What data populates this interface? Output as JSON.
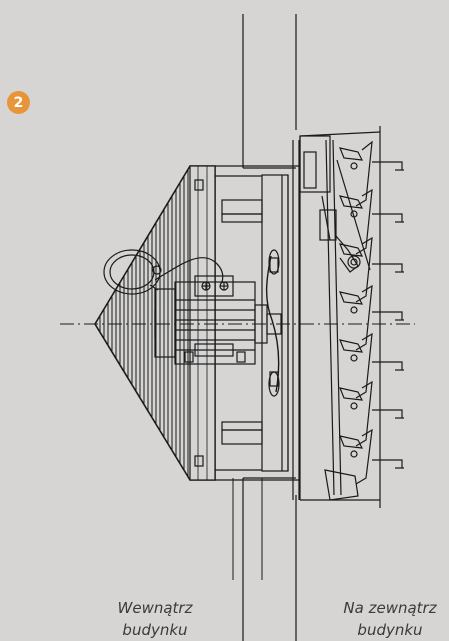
{
  "figure": {
    "number": "2",
    "accent_color": "#e8953a"
  },
  "labels": {
    "inside_line1": "Wewnątrz",
    "inside_line2": "budynku",
    "outside_line1": "Na zewnątrz",
    "outside_line2": "budynku"
  }
}
